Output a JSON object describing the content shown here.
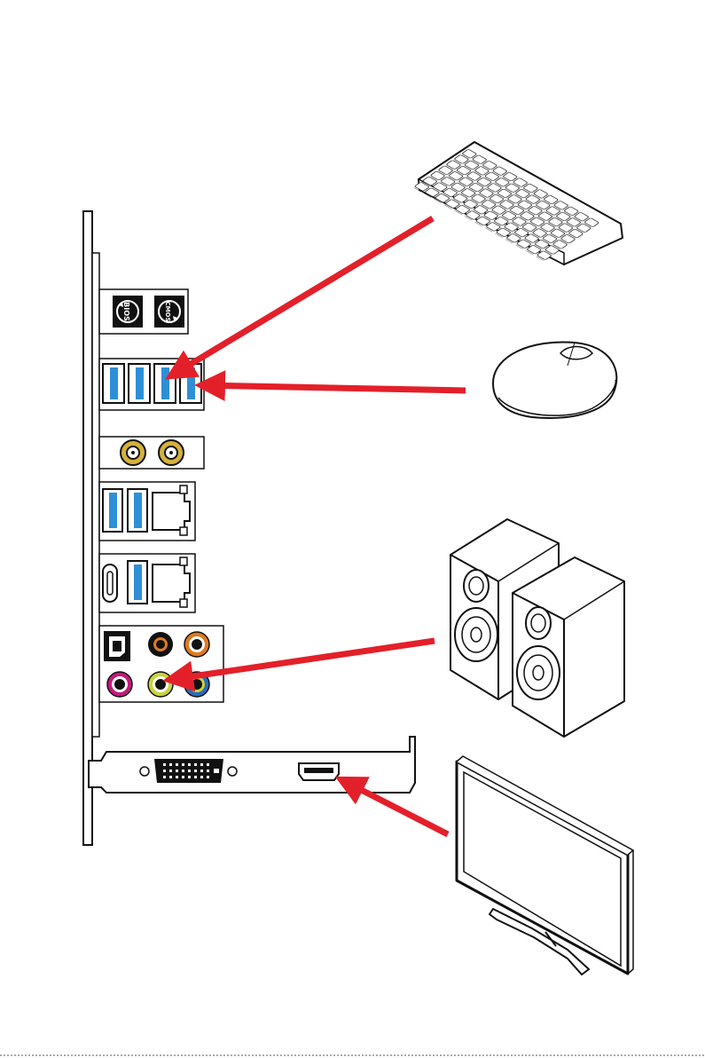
{
  "diagram": {
    "panel_buttons": [
      {
        "id": "bios",
        "label": "BIOS"
      },
      {
        "id": "cmos",
        "label": "CMOS"
      }
    ],
    "devices": [
      "keyboard",
      "mouse",
      "speakers",
      "monitor"
    ],
    "colors": {
      "arrow": "#e3202a",
      "usb_blue": "#2f8fd6",
      "antenna_gold": "#d4b13a",
      "audio_orange": "#e07a1c",
      "audio_pink": "#c21a7c",
      "audio_lime": "#c9d43a",
      "audio_blue": "#2a6bbd",
      "outline": "#111111"
    },
    "icons": {
      "keyboard": "keyboard-icon",
      "mouse": "mouse-icon",
      "speakers": "speakers-icon",
      "monitor": "monitor-icon"
    }
  }
}
